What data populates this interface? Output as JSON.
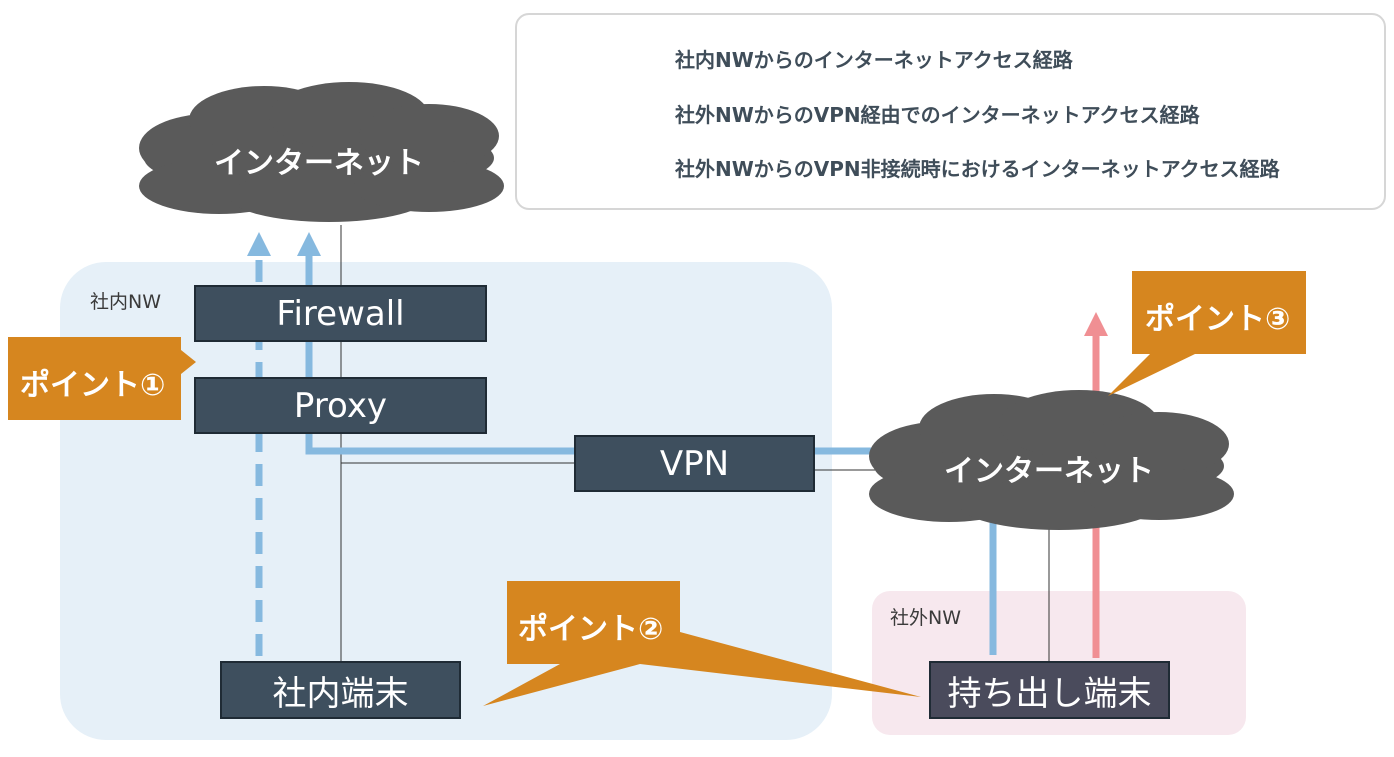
{
  "legend": {
    "items": [
      {
        "label": "社内NWからのインターネットアクセス経路",
        "style": "dashed",
        "color": "#86b9df"
      },
      {
        "label": "社外NWからのVPN経由でのインターネットアクセス経路",
        "style": "solid",
        "color": "#86b9df"
      },
      {
        "label": "社外NWからのVPN非接続時におけるインターネットアクセス経路",
        "style": "solid",
        "color": "#f08f93"
      }
    ]
  },
  "zones": {
    "internal": "社内NW",
    "external": "社外NW"
  },
  "nodes": {
    "internet_top": "インターネット",
    "firewall": "Firewall",
    "proxy": "Proxy",
    "vpn": "VPN",
    "internet_right": "インターネット",
    "internal_terminal": "社内端末",
    "mobile_terminal": "持ち出し端末"
  },
  "callouts": {
    "point1": "ポイント①",
    "point2": "ポイント②",
    "point3": "ポイント③"
  },
  "colors": {
    "node_fill": "#3e4f5e",
    "cloud_fill": "#5a5a5a",
    "callout_fill": "#d6861f",
    "internal_zone": "#e6f0f8",
    "external_zone": "#f7e8ee",
    "blue_route": "#86b9df",
    "red_route": "#f08f93"
  }
}
